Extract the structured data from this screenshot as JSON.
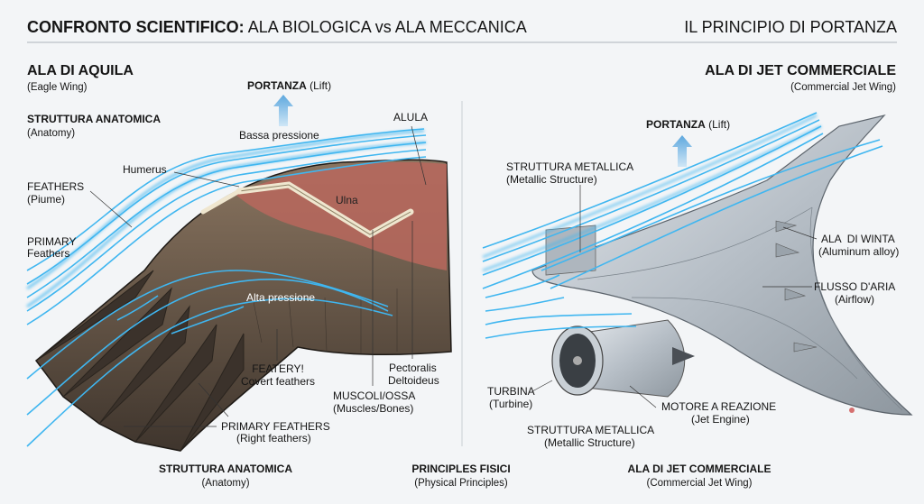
{
  "header": {
    "title_bold": "CONFRONTO SCIENTIFICO:",
    "title_rest": "ALA BIOLOGICA vs ALA MECCANICA",
    "right_title": "IL PRINCIPIO DI PORTANZA"
  },
  "left": {
    "heading": "ALA DI AQUILA",
    "heading_sub": "(Eagle Wing)",
    "lift_bold": "PORTANZA",
    "lift_sub": "(Lift)",
    "anatomy": "STRUTTURA ANATOMICA",
    "anatomy_sub": "(Anatomy)",
    "low_pressure": "Bassa pressione",
    "high_pressure": "Alta pressione",
    "labels": {
      "alula": "ALULA",
      "humerus": "Humerus",
      "ulna": "Ulna",
      "feathers": "FEATHERS",
      "feathers_sub": "(Piume)",
      "primary": "PRIMARY",
      "primary_sub": "Feathers",
      "featery": "FEATERY!",
      "featery_sub": "Covert feathers",
      "pectoralis": "Pectoralis",
      "pectoralis_sub": "Deltoideus",
      "muscoli": "MUSCOLI/OSSA",
      "muscoli_sub": "(Muscles/Bones)",
      "primary_feathers": "PRIMARY FEATHERS",
      "primary_feathers_sub": "(Right feathers)"
    }
  },
  "right": {
    "heading": "ALA DI JET COMMERCIALE",
    "heading_sub": "(Commercial Jet Wing)",
    "lift_bold": "PORTANZA",
    "lift_sub": "(Lift)",
    "labels": {
      "struttura_top": "STRUTTURA METALLICA",
      "struttura_top_sub": "(Metallic Structure)",
      "ala_winta": "ALA  DI WINTA",
      "ala_winta_sub": "(Aluminum alloy)",
      "flusso": "FLUSSO D'ARIA",
      "flusso_sub": "(Airflow)",
      "turbina": "TURBINA",
      "turbina_sub": "(Turbine)",
      "motore": "MOTORE A REAZIONE",
      "motore_sub": "(Jet Engine)",
      "struttura_bottom": "STRUTTURA METALLICA",
      "struttura_bottom_sub": "(Metallic Structure)"
    }
  },
  "footer": [
    {
      "title": "STRUTTURA ANATOMICA",
      "sub": "(Anatomy)"
    },
    {
      "title": "PRINCIPLES FISICI",
      "sub": "(Physical Principles)"
    },
    {
      "title": "ALA DI JET COMMERCIALE",
      "sub": "(Commercial Jet Wing)"
    }
  ],
  "colors": {
    "airflow": "#3fb6f0",
    "feather": "#5a4a3a",
    "muscle": "#b85a55",
    "metal": "#b9c1c9",
    "arrow": "#6fb2e0"
  }
}
